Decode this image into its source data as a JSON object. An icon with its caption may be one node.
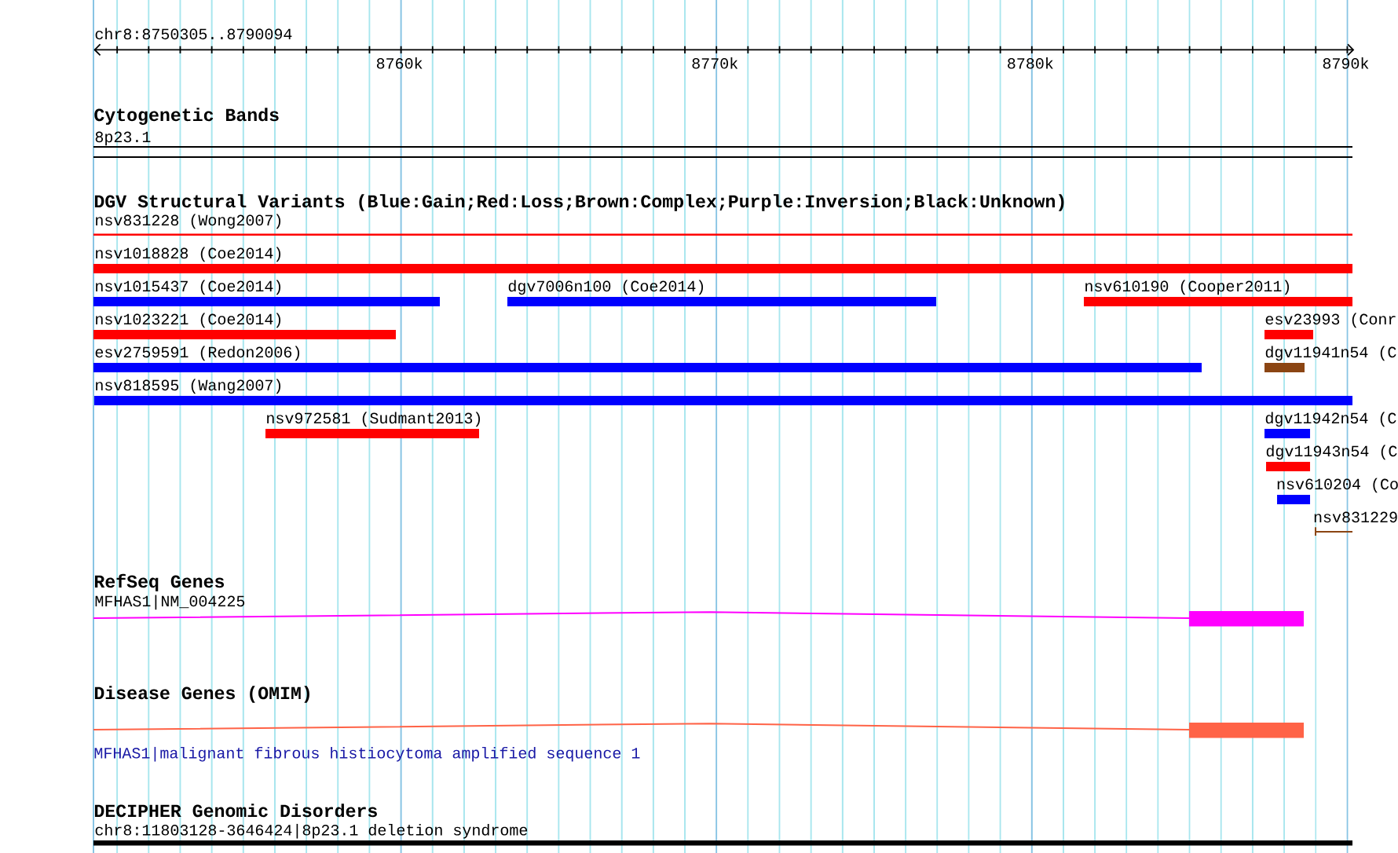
{
  "diagram": {
    "nodes": [
      {
        "text": [
          "8p23.1"
        ]
      },
      {
        "text": [
          "nsv831228 (Wong2007)"
        ]
      },
      {
        "text": [
          "nsv1018828 (Coe2014)"
        ]
      },
      {
        "text": [
          "nsv1015437 (Coe2014)"
        ]
      },
      {
        "text": [
          "dgv7006n100 (Coe2014)"
        ]
      },
      {
        "text": [
          "nsv610190 (Cooper2011)"
        ]
      },
      {
        "text": [
          "nsv1023221 (Coe2014)"
        ]
      },
      {
        "text": [
          "esv23993 (Conr"
        ]
      },
      {
        "text": [
          "esv2759591 (Redon2006)"
        ]
      },
      {
        "text": [
          "dgv11941n54 (C"
        ]
      },
      {
        "text": [
          "nsv818595 (Wang2007)"
        ]
      },
      {
        "text": [
          "nsv972581 (Sudmant2013)"
        ]
      },
      {
        "text": [
          "dgv11942n54 (C"
        ]
      },
      {
        "text": [
          "dgv11943n54 (C"
        ]
      },
      {
        "text": [
          "nsv610204 (Co"
        ]
      },
      {
        "text": [
          "nsv831229"
        ]
      },
      {
        "text": [
          "MFHAS1|NM_004225"
        ]
      },
      {
        "text": [
          "MFHAS1|malignant fibrous histiocytoma amplified sequence 1"
        ]
      },
      {
        "text": [
          "chr8:11803128-3646424|8p23.1 deletion syndrome"
        ]
      }
    ],
    "labels": [
      "chr8:8750305..8790094",
      "8760k",
      "8770k",
      "8780k",
      "8790k",
      "Cytogenetic Bands",
      "DGV Structural Variants (Blue:Gain;Red:Loss;Brown:Complex;Purple:Inversion;Black:Unknown)",
      "RefSeq Genes",
      "Disease Genes (OMIM)",
      "DECIPHER Genomic Disorders"
    ]
  }
}
